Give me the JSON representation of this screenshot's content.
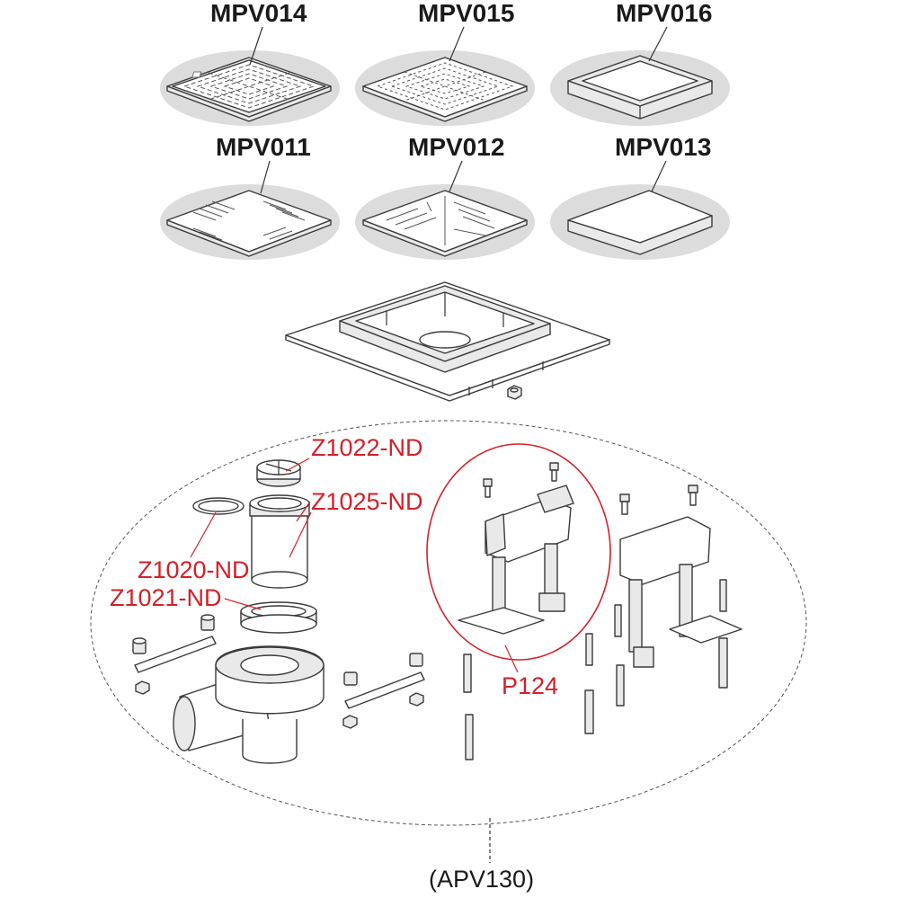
{
  "grates": [
    {
      "code": "MPV014",
      "pattern": "squares"
    },
    {
      "code": "MPV015",
      "pattern": "dots"
    },
    {
      "code": "MPV016",
      "pattern": "tray"
    },
    {
      "code": "MPV011",
      "pattern": "slots"
    },
    {
      "code": "MPV012",
      "pattern": "diagonal-slots"
    },
    {
      "code": "MPV013",
      "pattern": "plain"
    }
  ],
  "spare_parts": [
    {
      "code": "Z1022-ND"
    },
    {
      "code": "Z1025-ND"
    },
    {
      "code": "Z1020-ND"
    },
    {
      "code": "Z1021-ND"
    },
    {
      "code": "P124"
    }
  ],
  "set_code": "(APV130)",
  "colors": {
    "label_black": "#1a1a1a",
    "label_red": "#d32029",
    "backdrop": "#dcdcdc",
    "outline": "#3a3a3a"
  }
}
